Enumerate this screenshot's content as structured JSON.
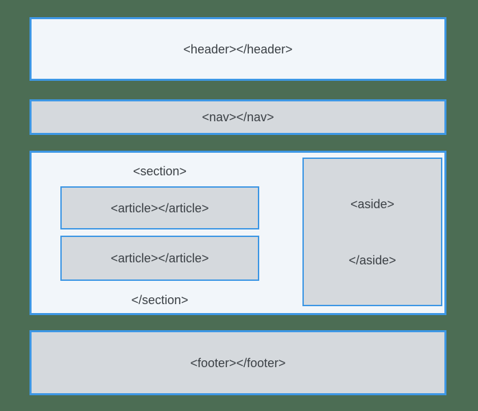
{
  "colors": {
    "bg": "#4c6d54",
    "border": "#3e97e4",
    "light-fill": "#f2f6fa",
    "gray-fill": "#d5d9dd",
    "text": "#3b4045"
  },
  "diagram": {
    "header": {
      "label": "<header></header>"
    },
    "nav": {
      "label": "<nav></nav>"
    },
    "section": {
      "open_label": "<section>",
      "close_label": "</section>",
      "articles": [
        {
          "label": "<article></article>"
        },
        {
          "label": "<article></article>"
        }
      ]
    },
    "aside": {
      "open_label": "<aside>",
      "close_label": "</aside>"
    },
    "footer": {
      "label": "<footer></footer>"
    }
  }
}
